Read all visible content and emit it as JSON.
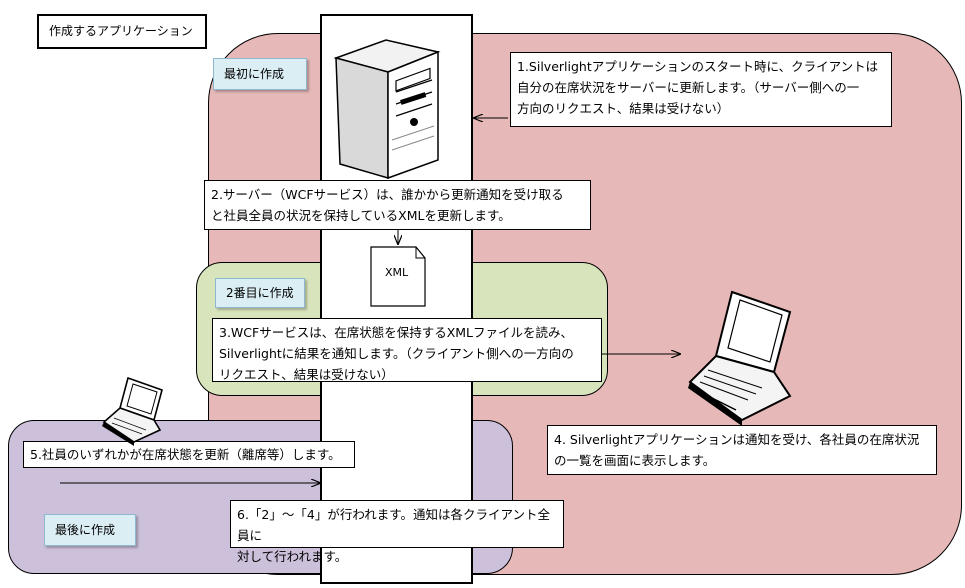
{
  "title": "作成するアプリケーション",
  "labels": {
    "first": "最初に作成",
    "second": "2番目に作成",
    "last": "最後に作成"
  },
  "steps": {
    "step1": "1.Silverlightアプリケーションのスタート時に、クライアントは\n自分の在席状況をサーバーに更新します。（サーバー側への一\n方向のリクエスト、結果は受けない）",
    "step2": "2.サーバー（WCFサービス）は、誰かから更新通知を受け取る\nと社員全員の状況を保持しているXMLを更新します。",
    "step3": "3.WCFサービスは、在席状態を保持するXMLファイルを読み、\nSilverlightに結果を通知します。（クライアント側への一方向の\nリクエスト、結果は受けない）",
    "step4": "4. Silverlightアプリケーションは通知を受け、各社員の在席状況\nの一覧を画面に表示します。",
    "step5": "5.社員のいずれかが在席状態を更新（離席等）します。",
    "step6": "6.「2」～「4」が行われます。通知は各クライアント全員に\n対して行われます。"
  },
  "xml_label": "XML",
  "colors": {
    "pink_region": "#e6b8b8",
    "green_region": "#d8e4bc",
    "purple_region": "#ccc0da",
    "label_fill": "#dbeef4"
  },
  "icons": [
    "server-icon",
    "xml-document-icon",
    "laptop-icon"
  ]
}
